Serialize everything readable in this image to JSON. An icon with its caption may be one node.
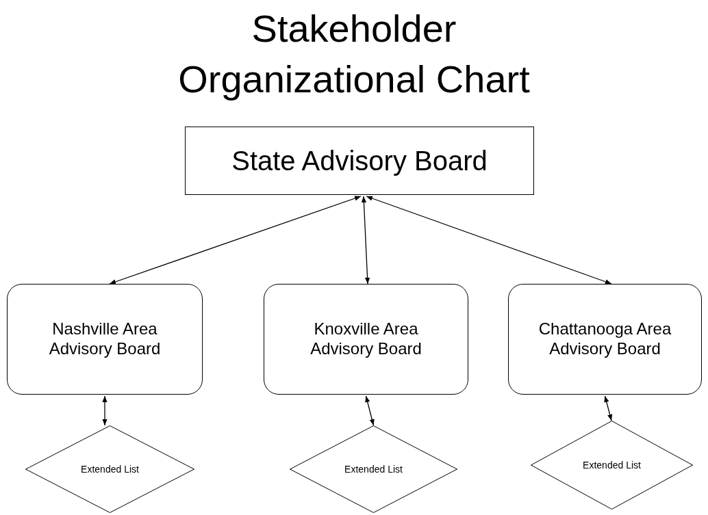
{
  "diagram": {
    "title": "Stakeholder Organizational Chart",
    "nodes": [
      {
        "text": [
          "State Advisory Board"
        ]
      },
      {
        "text": [
          "Nashville Area Advisory Board"
        ]
      },
      {
        "text": [
          "Knoxville Area Advisory Board"
        ]
      },
      {
        "text": [
          "Chattanooga Area Advisory Board"
        ]
      },
      {
        "text": [
          "Extended List"
        ]
      },
      {
        "text": [
          "Extended List"
        ]
      },
      {
        "text": [
          "Extended List"
        ]
      }
    ],
    "edges": [
      {
        "from": 0,
        "to": 1,
        "arrow": "both"
      },
      {
        "from": 0,
        "to": 2,
        "arrow": "both"
      },
      {
        "from": 0,
        "to": 3,
        "arrow": "both"
      },
      {
        "from": 1,
        "to": 4,
        "arrow": "both"
      },
      {
        "from": 2,
        "to": 5,
        "arrow": "both"
      },
      {
        "from": 3,
        "to": 6,
        "arrow": "both"
      }
    ]
  }
}
